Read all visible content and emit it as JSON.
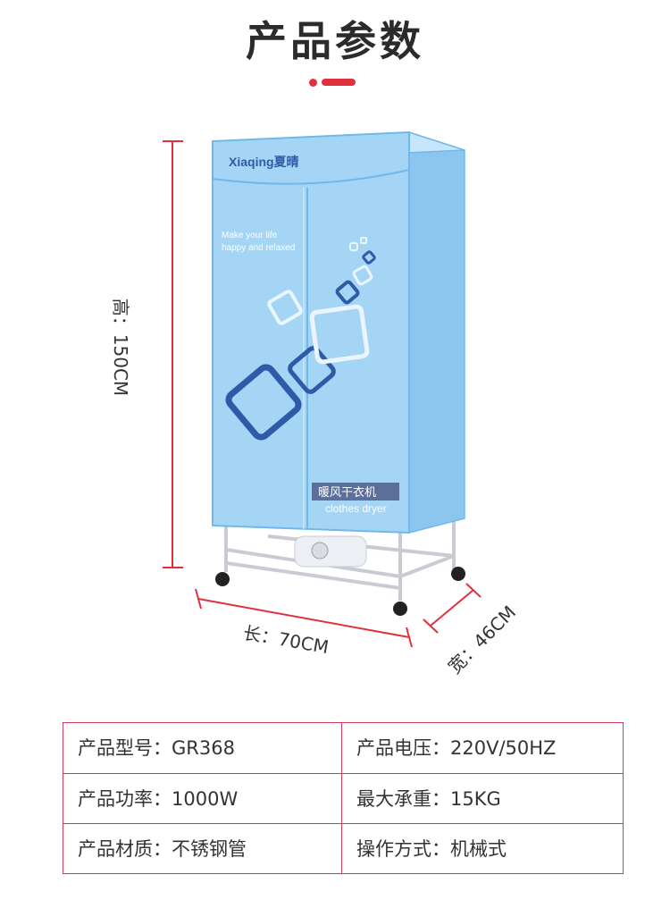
{
  "header": {
    "title": "产品参数"
  },
  "colors": {
    "accent": "#e0303e",
    "table_border": "#d43a5e",
    "dimension_line": "#e0303e",
    "cabinet": "#9fd0f2",
    "cabinet_edge": "#6fb8ec",
    "square_dark": "#2f5aa8"
  },
  "product_image": {
    "brand": "Xiaqing夏晴",
    "slogan_line1": "Make your life",
    "slogan_line2": "happy and relaxed",
    "label_cn": "暖风干衣机",
    "label_en": "clothes dryer"
  },
  "dimensions": {
    "height": "高：150CM",
    "length": "长：70CM",
    "width": "宽：46CM"
  },
  "specs": [
    {
      "left": "产品型号：GR368",
      "right": "产品电压：220V/50HZ"
    },
    {
      "left": "产品功率：1000W",
      "right": "最大承重：15KG"
    },
    {
      "left": "产品材质：不锈钢管",
      "right": "操作方式：机械式"
    }
  ]
}
